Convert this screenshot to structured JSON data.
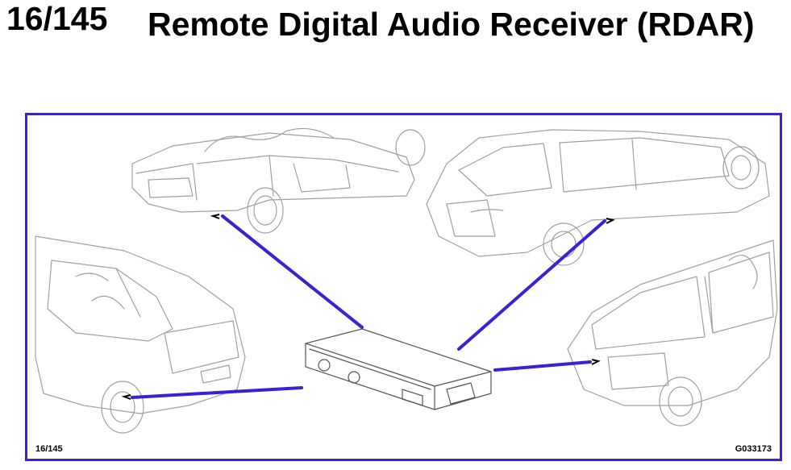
{
  "header": {
    "number": "16/145",
    "title": "Remote Digital Audio Receiver (RDAR)"
  },
  "figure": {
    "footer_left": "16/145",
    "footer_right": "G033173",
    "colors": {
      "frame": "#3d1fd6",
      "pointer_line": "#3d1fd6",
      "drawing": "#9a9a9a"
    },
    "items": [
      "car-convertible",
      "car-hatchback",
      "car-sedan",
      "car-estate",
      "rdar-module"
    ]
  }
}
